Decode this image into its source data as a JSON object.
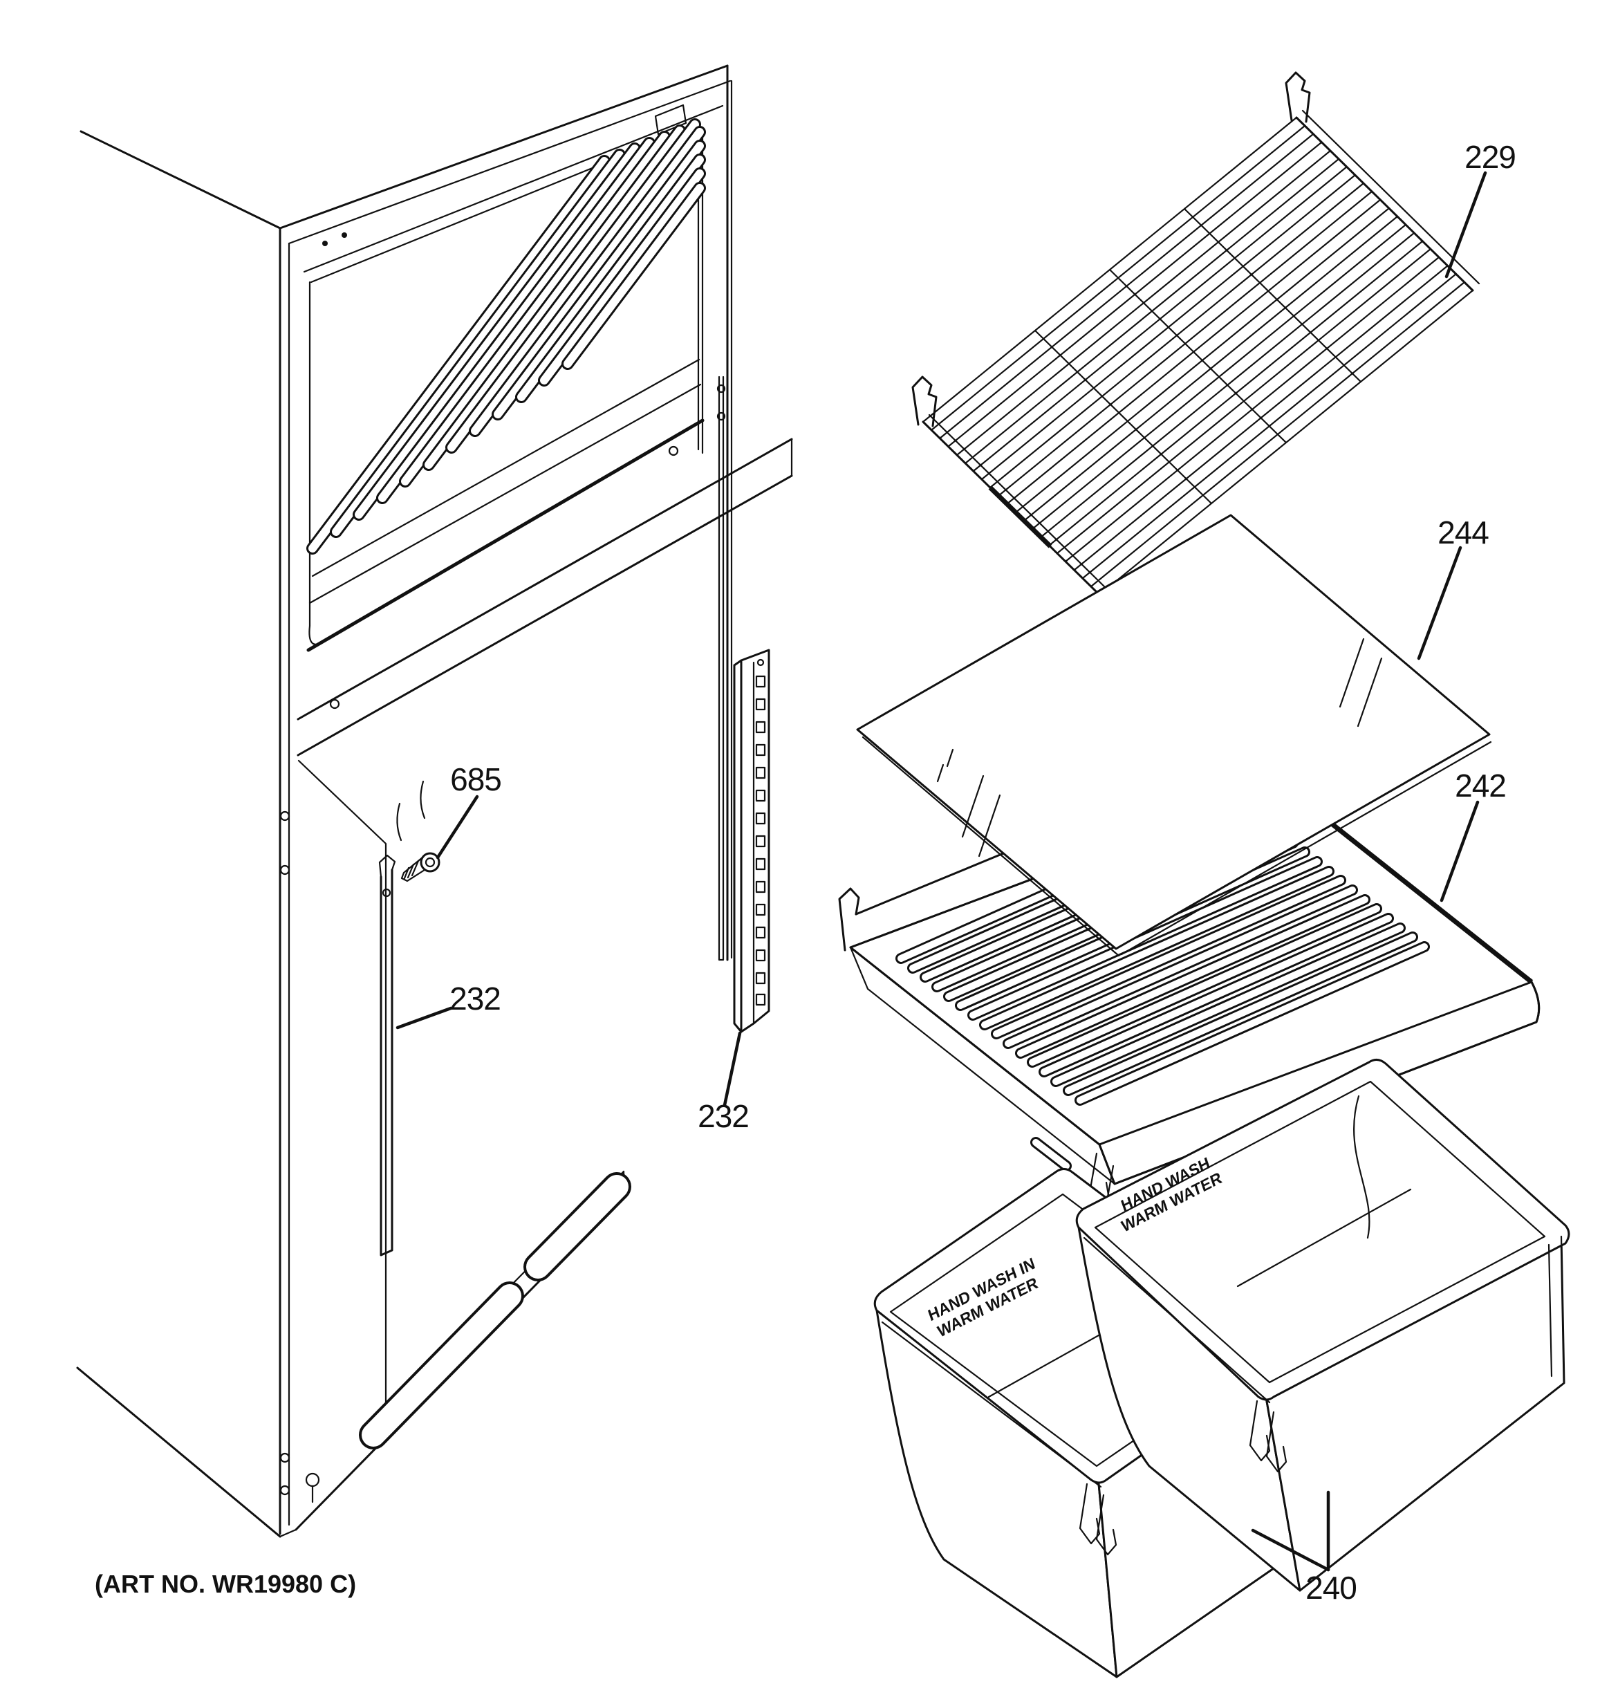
{
  "diagram": {
    "footer": "(ART NO. WR19980 C)",
    "callouts": {
      "wire_shelf": "229",
      "glass_shelf": "244",
      "slide_shelf": "242",
      "crisper_pans": "240",
      "screw": "685",
      "rail_left": "232",
      "rail_right": "232"
    },
    "drawer_marking_left": {
      "line1": "HAND WASH IN",
      "line2": "WARM WATER"
    },
    "drawer_marking_right": {
      "line1": "HAND WASH",
      "line2": "WARM WATER"
    },
    "colors": {
      "line": "#111111",
      "background": "#ffffff"
    }
  }
}
